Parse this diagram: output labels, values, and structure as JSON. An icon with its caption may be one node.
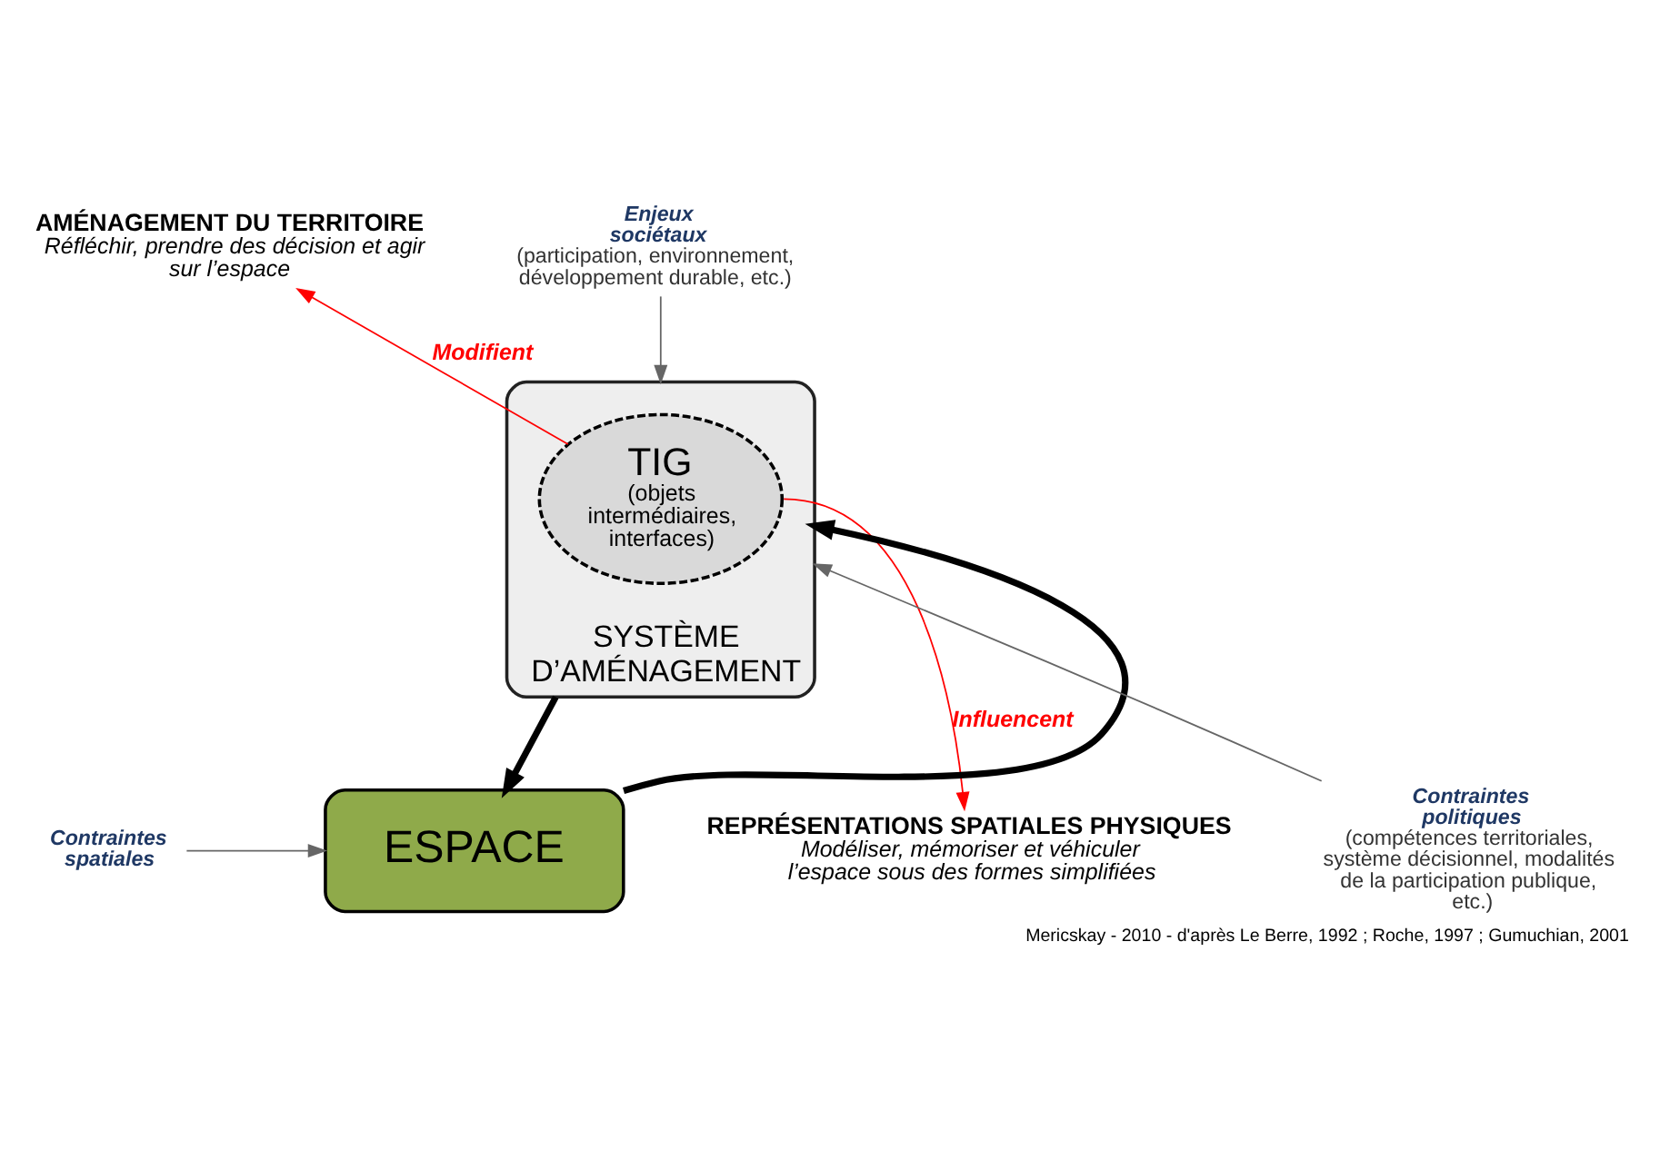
{
  "diagram": {
    "caption": "Mericskay - 2010 - d'après Le Berre, 1992 ; Roche, 1997 ; Gumuchian, 2001",
    "nodes": [
      {
        "text": [
          "SYSTÈME D’AMÉNAGEMENT"
        ]
      },
      {
        "text": [
          "TIG",
          "(objets intermédiaires, interfaces)"
        ],
        "in": 0
      },
      {
        "text": [
          "ESPACE"
        ]
      },
      {
        "text": [
          "Enjeux sociétaux",
          "(participation, environnement, développement durable, etc.)"
        ]
      },
      {
        "text": [
          "Contraintes politiques",
          "(compétences territoriales, système décisionnel, modalités de la participation publique, etc.)"
        ]
      },
      {
        "text": [
          "Contraintes spatiales"
        ]
      },
      {
        "text": [
          "AMÉNAGEMENT DU TERRITOIRE",
          "Réfléchir, prendre des décision et agir sur l’espace"
        ]
      },
      {
        "text": [
          "REPRÉSENTATIONS SPATIALES PHYSIQUES",
          "Modéliser, mémoriser et véhiculer l’espace sous des formes simplifiées"
        ]
      }
    ],
    "edges": [
      {
        "from": 3,
        "to": 0,
        "arrow": "to",
        "color": "#666666"
      },
      {
        "from": 4,
        "to": 0,
        "arrow": "to",
        "color": "#666666"
      },
      {
        "from": 5,
        "to": 2,
        "arrow": "to",
        "color": "#666666"
      },
      {
        "from": 0,
        "to": 2,
        "arrow": "to",
        "style": "thick",
        "color": "#000000"
      },
      {
        "from": 2,
        "to": 0,
        "arrow": "to",
        "style": "thick",
        "color": "#000000"
      },
      {
        "from": 1,
        "to": 6,
        "label": "Modifient",
        "arrow": "to",
        "color": "#ff0000"
      },
      {
        "from": 1,
        "to": 7,
        "label": "Influencent",
        "arrow": "to",
        "color": "#ff0000"
      }
    ]
  }
}
